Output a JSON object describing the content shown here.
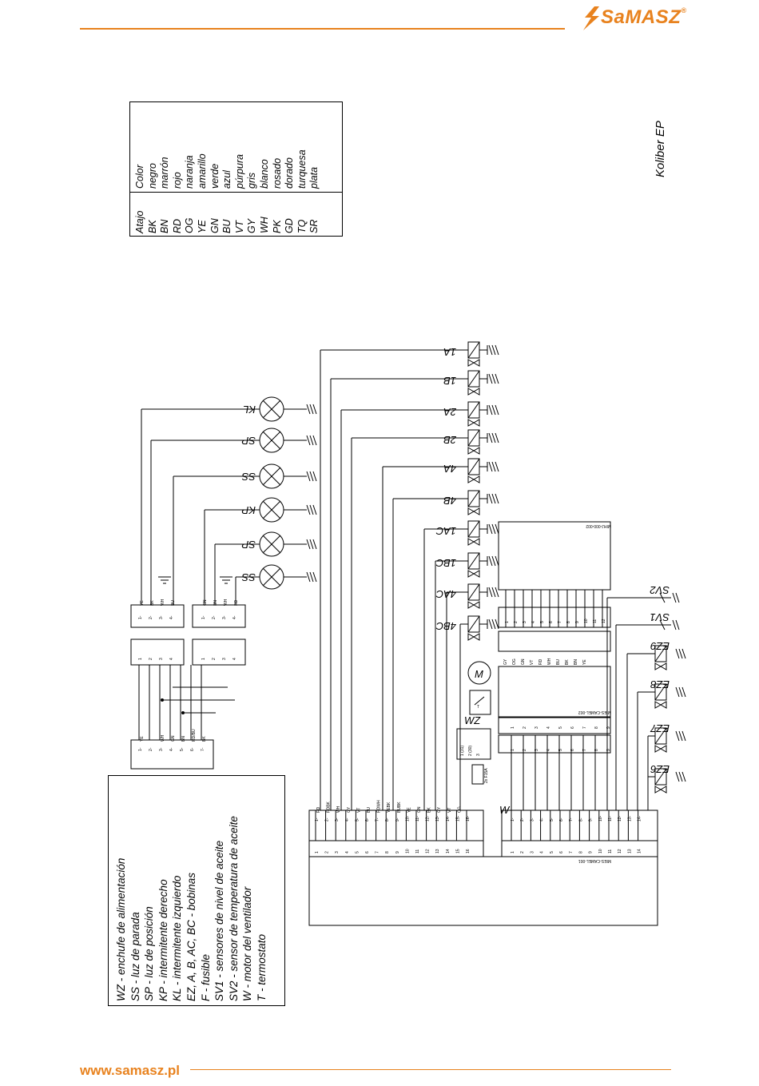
{
  "header": {
    "brand": "SaMASZ",
    "brand_mark": "®"
  },
  "footer": {
    "url": "www.samasz.pl"
  },
  "model": "Koliber EP",
  "legend_table": {
    "header_short": "Atajo",
    "header_color": "Color",
    "rows": [
      {
        "short": "BK",
        "color": "negro"
      },
      {
        "short": "BN",
        "color": "marrón"
      },
      {
        "short": "RD",
        "color": "rojo"
      },
      {
        "short": "OG",
        "color": "naranja"
      },
      {
        "short": "YE",
        "color": "amarillo"
      },
      {
        "short": "GN",
        "color": "verde"
      },
      {
        "short": "BU",
        "color": "azul"
      },
      {
        "short": "VT",
        "color": "púrpura"
      },
      {
        "short": "GY",
        "color": "gris"
      },
      {
        "short": "WH",
        "color": "blanco"
      },
      {
        "short": "PK",
        "color": "rosado"
      },
      {
        "short": "GD",
        "color": "dorado"
      },
      {
        "short": "TQ",
        "color": "turquesa"
      },
      {
        "short": "SR",
        "color": "plata"
      }
    ]
  },
  "descriptions": [
    "WZ - enchufe de alimentación",
    "SS -  luz de parada",
    "SP - luz de posición",
    "KP - intermitente derecho",
    "KL - intermitente izquierdo",
    "EZ, A, B, AC, BC - bobinas",
    "F - fusible",
    "SV1 - sensores de nivel de aceite",
    "SV2 - sensor de temperatura de aceite",
    "W - motor del ventilador",
    "T - termostato"
  ],
  "lamps": [
    "KL",
    "SP",
    "SS",
    "KP",
    "SP",
    "SS"
  ],
  "valves": [
    "1A",
    "1B",
    "2A",
    "2B",
    "4A",
    "4B",
    "1AC",
    "1BC",
    "4AC",
    "4BC"
  ],
  "right_valves": [
    "SV2",
    "SV1",
    "EZ9",
    "EZ8",
    "EZ7",
    "EZ6"
  ],
  "connector_labels": {
    "main_module": "MIES-CAMEL-001",
    "mid_module": "MIES-CAMEL-002",
    "top_module": "MIHJ-000-002",
    "wz": "WZ",
    "w": "W",
    "motor": "M",
    "thermostat": "T",
    "fuse": "2x F15A"
  },
  "wire_codes_main": [
    "RD",
    "RDBK",
    "WH",
    "GY",
    "VT",
    "BU",
    "RDWH",
    "YEBK",
    "BUBK",
    "YE",
    "GN",
    "BK",
    "GY",
    "VT",
    "OG",
    ""
  ],
  "pin_numbers_16": [
    "1",
    "2",
    "3",
    "4",
    "5",
    "6",
    "7",
    "8",
    "9",
    "10",
    "11",
    "12",
    "13",
    "14",
    "15",
    "16"
  ],
  "pin_numbers_14": [
    "1",
    "2",
    "3",
    "4",
    "5",
    "6",
    "7",
    "8",
    "9",
    "10",
    "11",
    "12",
    "13",
    "14"
  ],
  "pin_numbers_9": [
    "1",
    "2",
    "3",
    "4",
    "5",
    "6",
    "7",
    "8",
    "9"
  ],
  "pin_numbers_12": [
    "1",
    "2",
    "3",
    "4",
    "5",
    "6",
    "7",
    "8",
    "9",
    "10",
    "11",
    "12"
  ],
  "pin_numbers_4": [
    "1",
    "2",
    "3",
    "4"
  ],
  "pin_numbers_7": [
    "1",
    "2",
    "3",
    "4",
    "5",
    "6",
    "7"
  ],
  "plug_left_codes": [
    "YE",
    "BK",
    "WH",
    "BU"
  ],
  "plug_right_codes": [
    "GN",
    "BN",
    "WH",
    "RD"
  ],
  "socket7_codes": [
    "YE",
    "",
    "WH",
    "GN",
    "BN",
    "RD/BU",
    "BK"
  ],
  "mid_codes": [
    "GY",
    "OG",
    "GN",
    "VT",
    "RD",
    "WH",
    "BU",
    "BK",
    "BN",
    "YE"
  ],
  "wz_pins": [
    "1 (31)",
    "2 (30)",
    "3"
  ],
  "colors": {
    "accent": "#e8821e"
  }
}
